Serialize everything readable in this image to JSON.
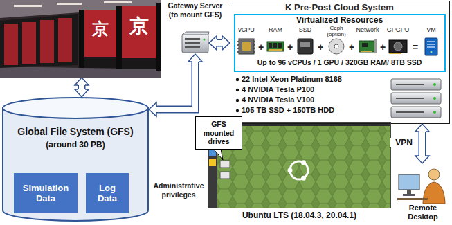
{
  "diagram": {
    "nodes": [
      {
        "text": [
          "京",
          "京"
        ]
      },
      {
        "text": [
          "Gateway Server (to mount GFS)"
        ]
      },
      {
        "text": [
          "K Pre-Post Cloud System",
          "22 Intel Xeon Platinum 8168",
          "4 NVIDIA Tesla P100",
          "4 NVIDIA Tesla V100",
          "105 TB SSD + 150TB HDD"
        ]
      },
      {
        "text": [
          "Virtualized Resources",
          "Up to 96 vCPUs / 1 GPU / 320GB RAM/ 8TB SSD"
        ],
        "in": 2
      },
      {
        "text": [
          "Global File System (GFS)",
          "(around 30 PB)"
        ]
      },
      {
        "text": [
          "Simulation Data"
        ],
        "in": 4
      },
      {
        "text": [
          "Log Data"
        ],
        "in": 4
      },
      {
        "text": [
          "Ubuntu LTS (18.04.3, 20.04.1)"
        ]
      },
      {
        "text": [
          "GFS mounted drives"
        ]
      },
      {
        "text": [
          "Remote Desktop"
        ]
      }
    ],
    "edges": [
      {
        "from": 0,
        "to": 4,
        "arrow": "both"
      },
      {
        "from": 1,
        "to": 2,
        "arrow": "both"
      },
      {
        "from": 1,
        "to": 4,
        "arrow": "both"
      },
      {
        "from": 2,
        "to": 9,
        "arrow": "both",
        "label": "VPN"
      }
    ],
    "labels": [
      "vCPU",
      "+",
      "RAM",
      "+",
      "SSD",
      "+",
      "Ceph (option)",
      "+",
      "Network",
      "+",
      "GPGPU",
      "=",
      "VM",
      "Administrative privileges"
    ]
  }
}
